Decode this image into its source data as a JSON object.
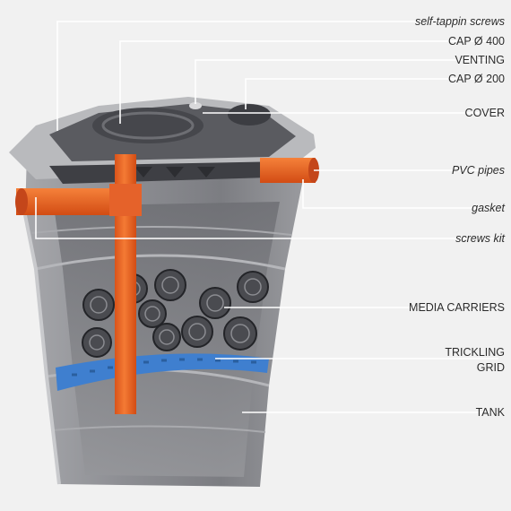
{
  "diagram": {
    "labels": {
      "self_tapping_screws": "self-tappin screws",
      "cap_400": "CAP Ø 400",
      "venting": "VENTING",
      "cap_200": "CAP Ø 200",
      "cover": "COVER",
      "pvc_pipes": "PVC pipes",
      "gasket": "gasket",
      "screws_kit": "screws kit",
      "media_carriers": "MEDIA CARRIERS",
      "trickling_grid_line1": "TRICKLING",
      "trickling_grid_line2": "GRID",
      "tank": "TANK"
    },
    "colors": {
      "background": "#f1f1f1",
      "tank_body": "#8f9095",
      "cover": "#5a5b60",
      "pipe": "#f06a24",
      "grid": "#3f7fcf",
      "leader_line": "#ffffff"
    }
  }
}
